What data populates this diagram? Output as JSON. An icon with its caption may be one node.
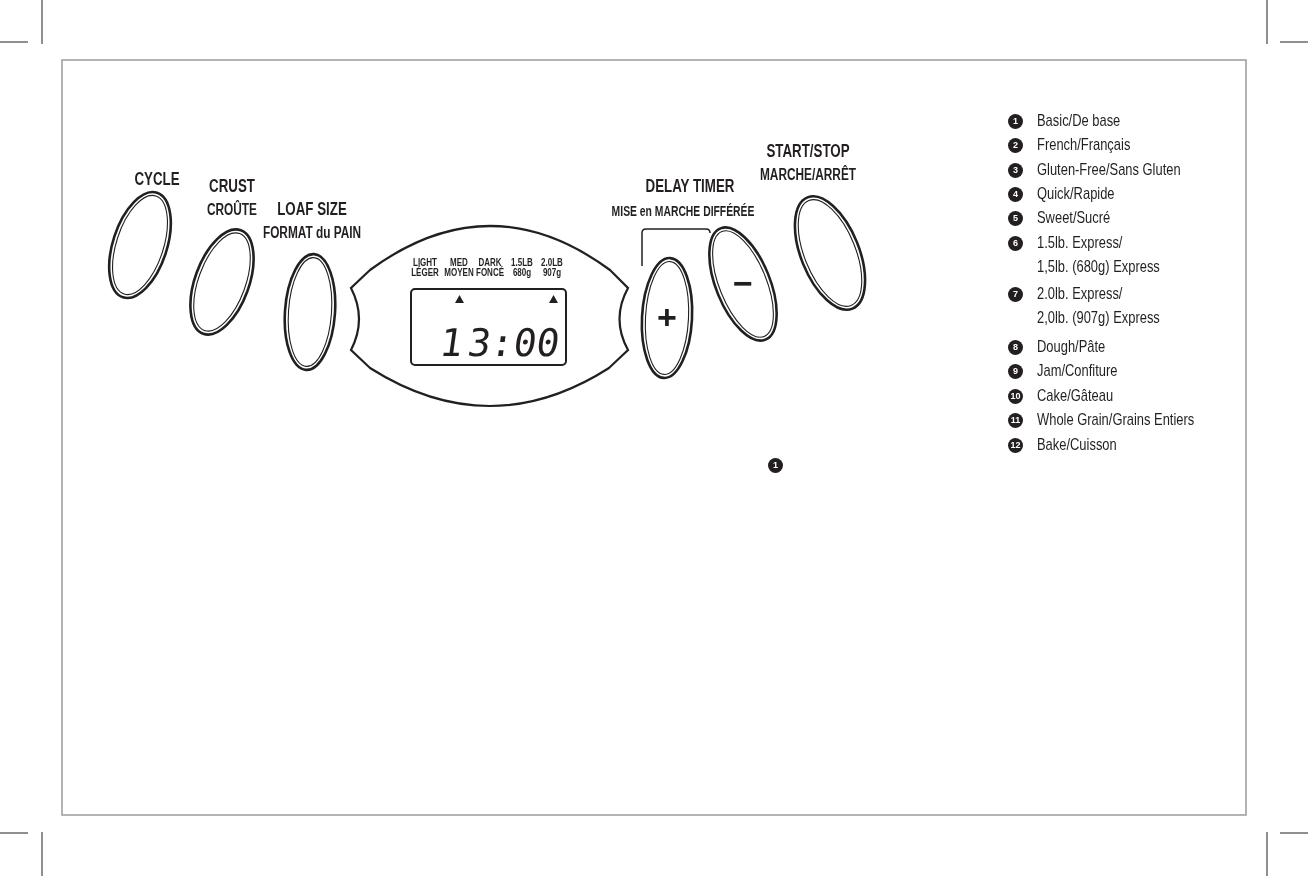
{
  "diagram": {
    "nodes": [
      {
        "text": [
          "CYCLE"
        ]
      },
      {
        "text": [
          "CRUST",
          "CROÛTE"
        ]
      },
      {
        "text": [
          "LOAF SIZE",
          "FORMAT du PAIN"
        ]
      },
      {
        "text": [],
        "shape": "box"
      },
      {
        "text": [
          "1",
          "3:00"
        ],
        "in": 3
      },
      {
        "text": [
          "+"
        ]
      },
      {
        "text": [
          "−"
        ]
      },
      {
        "text": [
          "START/STOP",
          "MARCHE/ARRÊT"
        ]
      }
    ],
    "edges": [],
    "labels": [
      "DELAY TIMER",
      "MISE en MARCHE DIFFÉRÉE",
      "LIGHT",
      "MED",
      "DARK",
      "1.5LB",
      "2.0LB",
      "LÉGER",
      "MOYEN",
      "FONCÉ",
      "680g",
      "907g",
      "1",
      "1",
      "Basic/De base",
      "2",
      "French/Français",
      "3",
      "Gluten-Free/Sans Gluten",
      "4",
      "Quick/Rapide",
      "5",
      "Sweet/Sucré",
      "6",
      "1.5lb. Express/ 1,5lb. (680g) Express",
      "7",
      "2.0lb. Express/ 2,0lb. (907g) Express",
      "8",
      "Dough/Pâte",
      "9",
      "Jam/Confiture",
      "10",
      "Cake/Gâteau",
      "11",
      "Whole Grain/Grains Entiers",
      "12",
      "Bake/Cuisson"
    ]
  }
}
